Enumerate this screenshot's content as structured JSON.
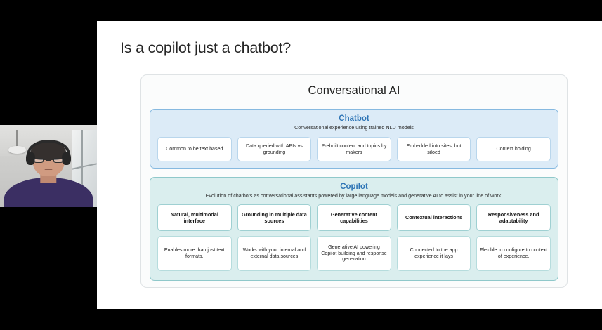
{
  "meeting": {
    "participant_tile": {
      "icon": "webcam-video-tile",
      "description": "person with headphones and glasses on video"
    }
  },
  "slide": {
    "title": "Is a copilot just a chatbot?",
    "diagram": {
      "heading": "Conversational AI",
      "sections": [
        {
          "id": "chatbot",
          "title": "Chatbot",
          "subtitle": "Conversational experience using trained NLU models",
          "cards": [
            "Common to be text based",
            "Data queried with APIs vs grounding",
            "Prebuilt content and topics by makers",
            "Embedded into sites, but siloed",
            "Context holding"
          ]
        },
        {
          "id": "copilot",
          "title": "Copilot",
          "subtitle": "Evolution of chatbots as conversational assistants powered by large language models and generative AI to assist in your line of work.",
          "headers": [
            "Natural, multimodal interface",
            "Grounding in multiple data sources",
            "Generative content capabilities",
            "Contextual interactions",
            "Responsiveness and adaptability"
          ],
          "descriptions": [
            "Enables more than just text formats.",
            "Works with your internal and external data sources",
            "Generative AI powering Copilot building and response generation",
            "Connected to the app experience it lays",
            "Flexible to configure to context of experience."
          ]
        }
      ]
    }
  },
  "colors": {
    "chatbot_panel_bg": "#dcebf7",
    "chatbot_panel_border": "#86b9e0",
    "copilot_panel_bg": "#daeeee",
    "copilot_panel_border": "#8fc8ca",
    "section_title": "#2e75b6",
    "stage_background": "#000000",
    "slide_background": "#ffffff"
  }
}
